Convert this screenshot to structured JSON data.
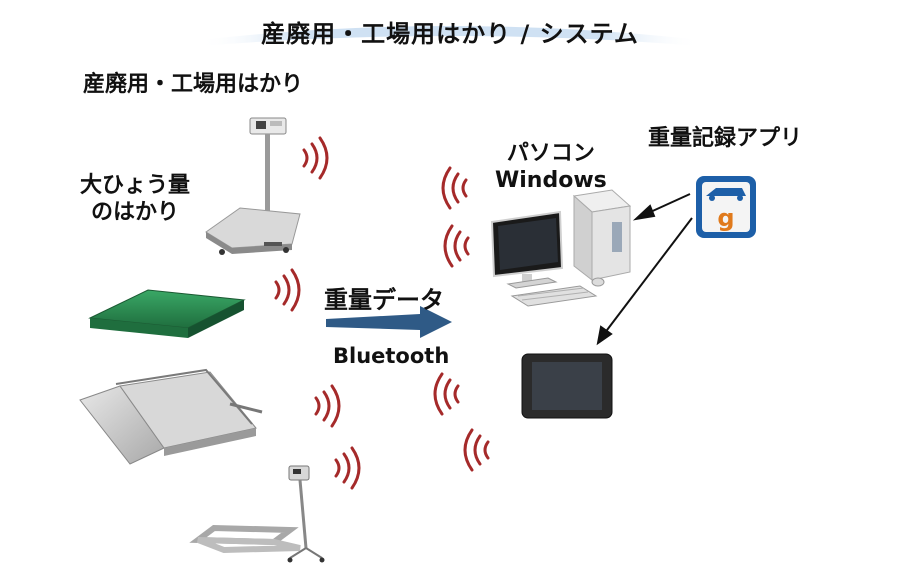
{
  "title": "産廃用・工場用はかり / システム",
  "subtitle": "産廃用・工場用はかり",
  "heavy_scale_label": [
    "大ひょう量",
    "のはかり"
  ],
  "pc_label": [
    "パソコン",
    "Windows"
  ],
  "app_label": "重量記録アプリ",
  "data_label": "重量データ",
  "bluetooth_label": "Bluetooth",
  "app_icon_letter": "g",
  "colors": {
    "wave": "#a52a2a",
    "arrow": "#2f5a86",
    "app_icon_bg": "#1d5fa8",
    "title_band": "#dbe9f6",
    "green_scale": "#2e8f55"
  },
  "icons": [
    "platform-scale-icon",
    "green-floor-scale-icon",
    "ramp-floor-scale-icon",
    "pallet-scale-icon",
    "desktop-pc-icon",
    "tablet-icon",
    "app-icon",
    "wireless-wave-icon",
    "arrow-icon"
  ]
}
